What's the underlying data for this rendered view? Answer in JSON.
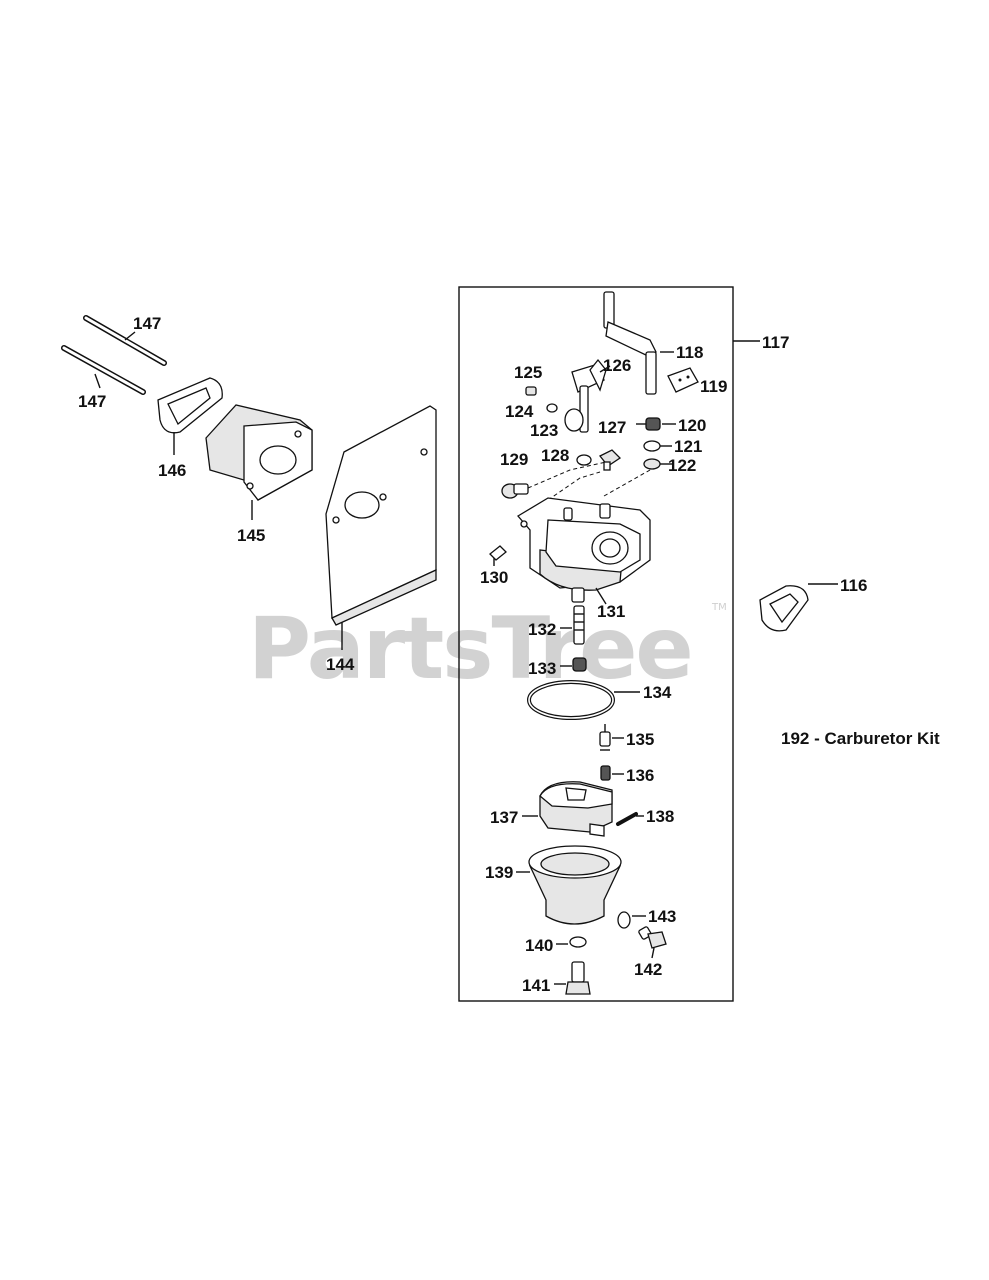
{
  "watermark": {
    "text": "PartsTree",
    "trademark": "TM"
  },
  "kit_note": "192 - Carburetor Kit",
  "labels": [
    {
      "id": "116",
      "text": "116"
    },
    {
      "id": "117",
      "text": "117"
    },
    {
      "id": "118",
      "text": "118"
    },
    {
      "id": "119",
      "text": "119"
    },
    {
      "id": "120",
      "text": "120"
    },
    {
      "id": "121",
      "text": "121"
    },
    {
      "id": "122",
      "text": "122"
    },
    {
      "id": "123",
      "text": "123"
    },
    {
      "id": "124",
      "text": "124"
    },
    {
      "id": "125",
      "text": "125"
    },
    {
      "id": "126",
      "text": "126"
    },
    {
      "id": "127",
      "text": "127"
    },
    {
      "id": "128",
      "text": "128"
    },
    {
      "id": "129",
      "text": "129"
    },
    {
      "id": "130",
      "text": "130"
    },
    {
      "id": "131",
      "text": "131"
    },
    {
      "id": "132",
      "text": "132"
    },
    {
      "id": "133",
      "text": "133"
    },
    {
      "id": "134",
      "text": "134"
    },
    {
      "id": "135",
      "text": "135"
    },
    {
      "id": "136",
      "text": "136"
    },
    {
      "id": "137",
      "text": "137"
    },
    {
      "id": "138",
      "text": "138"
    },
    {
      "id": "139",
      "text": "139"
    },
    {
      "id": "140",
      "text": "140"
    },
    {
      "id": "141",
      "text": "141"
    },
    {
      "id": "142",
      "text": "142"
    },
    {
      "id": "143",
      "text": "143"
    },
    {
      "id": "144",
      "text": "144"
    },
    {
      "id": "145",
      "text": "145"
    },
    {
      "id": "146",
      "text": "146"
    },
    {
      "id": "147a",
      "text": "147"
    },
    {
      "id": "147b",
      "text": "147"
    }
  ]
}
